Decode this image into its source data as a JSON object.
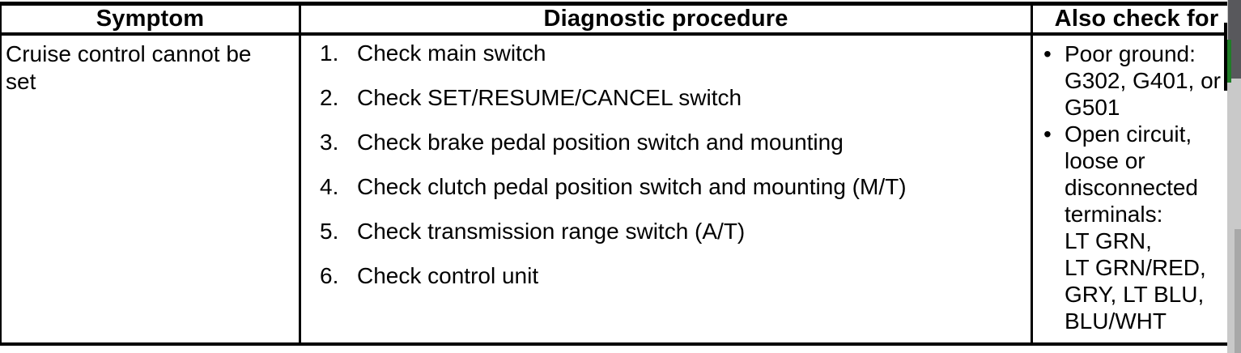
{
  "document": {
    "headers": [
      "Symptom",
      "Diagnostic procedure",
      "Also check for"
    ],
    "symptom": "Cruise control cannot be set",
    "procedures": [
      {
        "num": "1.",
        "text": "Check main switch"
      },
      {
        "num": "2.",
        "text": "Check SET/RESUME/CANCEL switch"
      },
      {
        "num": "3.",
        "text": "Check brake pedal position switch and mounting"
      },
      {
        "num": "4.",
        "text": "Check clutch pedal position switch and mounting (M/T)"
      },
      {
        "num": "5.",
        "text": "Check transmission range switch (A/T)"
      },
      {
        "num": "6.",
        "text": "Check control unit"
      }
    ],
    "also_check": [
      {
        "bullet": "•",
        "lines": [
          "Poor ground:",
          "G302, G401, or",
          "G501"
        ]
      },
      {
        "bullet": "•",
        "lines": [
          "Open circuit,",
          "loose or",
          "disconnected",
          "terminals:",
          "LT GRN,",
          "LT GRN/RED,",
          "GRY, LT BLU,",
          "BLU/WHT"
        ]
      }
    ]
  },
  "colors": {
    "ink": "#000000",
    "page": "#ffffff",
    "edge_strip": "#c9c9c9",
    "edge_strip_dark": "#58585c",
    "edge_strip_shade": "#a8a8a8",
    "marker_green": "#1f7d27"
  }
}
